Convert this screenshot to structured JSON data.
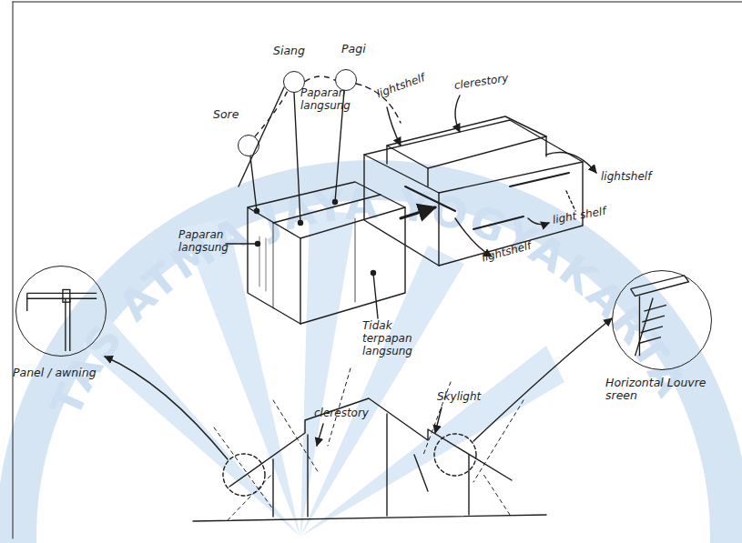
{
  "diagram": {
    "nodes": [
      {
        "text": [
          "Sore"
        ]
      },
      {
        "text": [
          "Siang"
        ]
      },
      {
        "text": [
          "Pagi"
        ]
      },
      {
        "text": [
          "Panel / awning"
        ]
      },
      {
        "text": [
          "Horizontal Louvre sreen"
        ]
      }
    ],
    "edges": [
      {
        "from": 0,
        "to": 1,
        "arrow": "none"
      },
      {
        "from": 1,
        "to": 2,
        "arrow": "none"
      }
    ],
    "labels": [
      "Paparan langsung",
      "Paparan langsung",
      "Tidak terpapan langsung",
      "lightshelf",
      "clerestory",
      "lightshelf",
      "light shelf",
      "lightshelf",
      "clerestory",
      "Skylight",
      "TAS ATMA JAYA YOGYAKARTA"
    ]
  }
}
